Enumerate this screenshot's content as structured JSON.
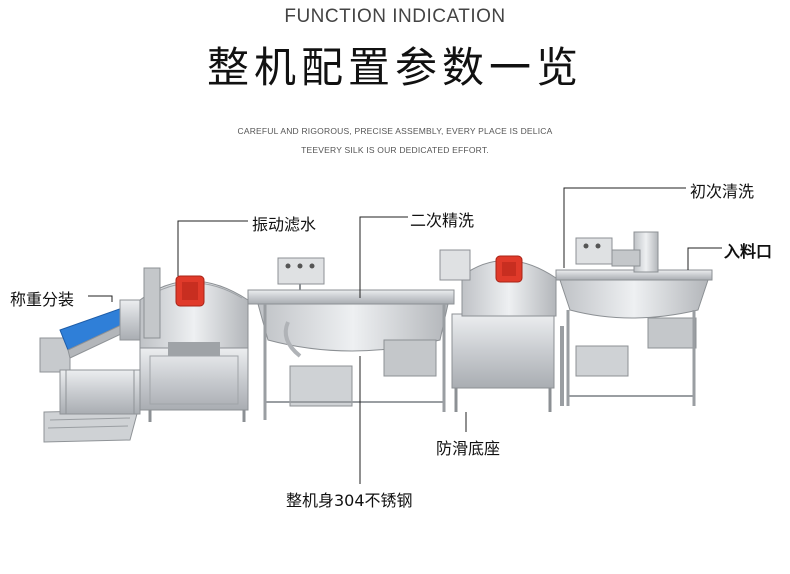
{
  "header": {
    "subtitle_en": "FUNCTION INDICATION",
    "title_cn": "整机配置参数一览",
    "description_line1": "CAREFUL AND RIGOROUS, PRECISE ASSEMBLY, EVERY PLACE IS DELICA",
    "description_line2": "TEEVERY SILK IS OUR DEDICATED EFFORT."
  },
  "labels": {
    "weigh_pack": "称重分装",
    "vibration_filter": "振动滤水",
    "second_wash": "二次精洗",
    "first_wash": "初次清洗",
    "feed_inlet": "入料口",
    "anti_slip_base": "防滑底座",
    "stainless_body": "整机身304不锈钢"
  },
  "colors": {
    "steel_light": "#d8dadc",
    "steel_mid": "#b7babd",
    "steel_dark": "#8c9094",
    "conveyor_blue": "#2f7fd8",
    "motor_red": "#e03a2a",
    "leader_line": "#222222"
  }
}
